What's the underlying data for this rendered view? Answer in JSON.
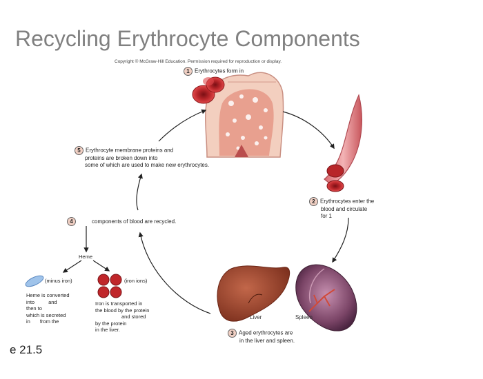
{
  "title": "Recycling Erythrocyte Components",
  "copyright": "Copyright © McGraw-Hill Education. Permission required for reproduction or display.",
  "steps": [
    {
      "num": "1",
      "lines": [
        "Erythrocytes form in"
      ]
    },
    {
      "num": "2",
      "lines": [
        "Erythrocytes enter the",
        "blood and circulate",
        "for 1"
      ]
    },
    {
      "num": "3",
      "lines": [
        "Aged erythrocytes are",
        "in the liver and spleen."
      ]
    },
    {
      "num": "4",
      "lines": [
        "components of blood are recycled."
      ]
    },
    {
      "num": "5",
      "lines": [
        "Erythrocyte membrane proteins and",
        "proteins are broken down into",
        "some of which are used to make new erythrocytes."
      ]
    }
  ],
  "heme_label": "Heme",
  "minus_iron": "(minus iron)",
  "iron_ions": "(iron ions)",
  "heme_text": [
    "Heme is converted",
    "into",
    "and",
    "then to",
    "which is secreted",
    "in",
    "from the"
  ],
  "iron_text": [
    "Iron is transported in",
    "the blood by the protein",
    "and stored",
    "by the protein",
    "in the liver."
  ],
  "organs": {
    "liver": "Liver",
    "spleen": "Spleen"
  },
  "figure_label": "e 21.5",
  "colors": {
    "title": "#808080",
    "rbc": "#c0262a",
    "liver": "#a84a30",
    "spleen": "#6b3b56",
    "bone": "#f2c9b8",
    "vessel": "#e38a8e",
    "heme": "#9fc3ea"
  }
}
